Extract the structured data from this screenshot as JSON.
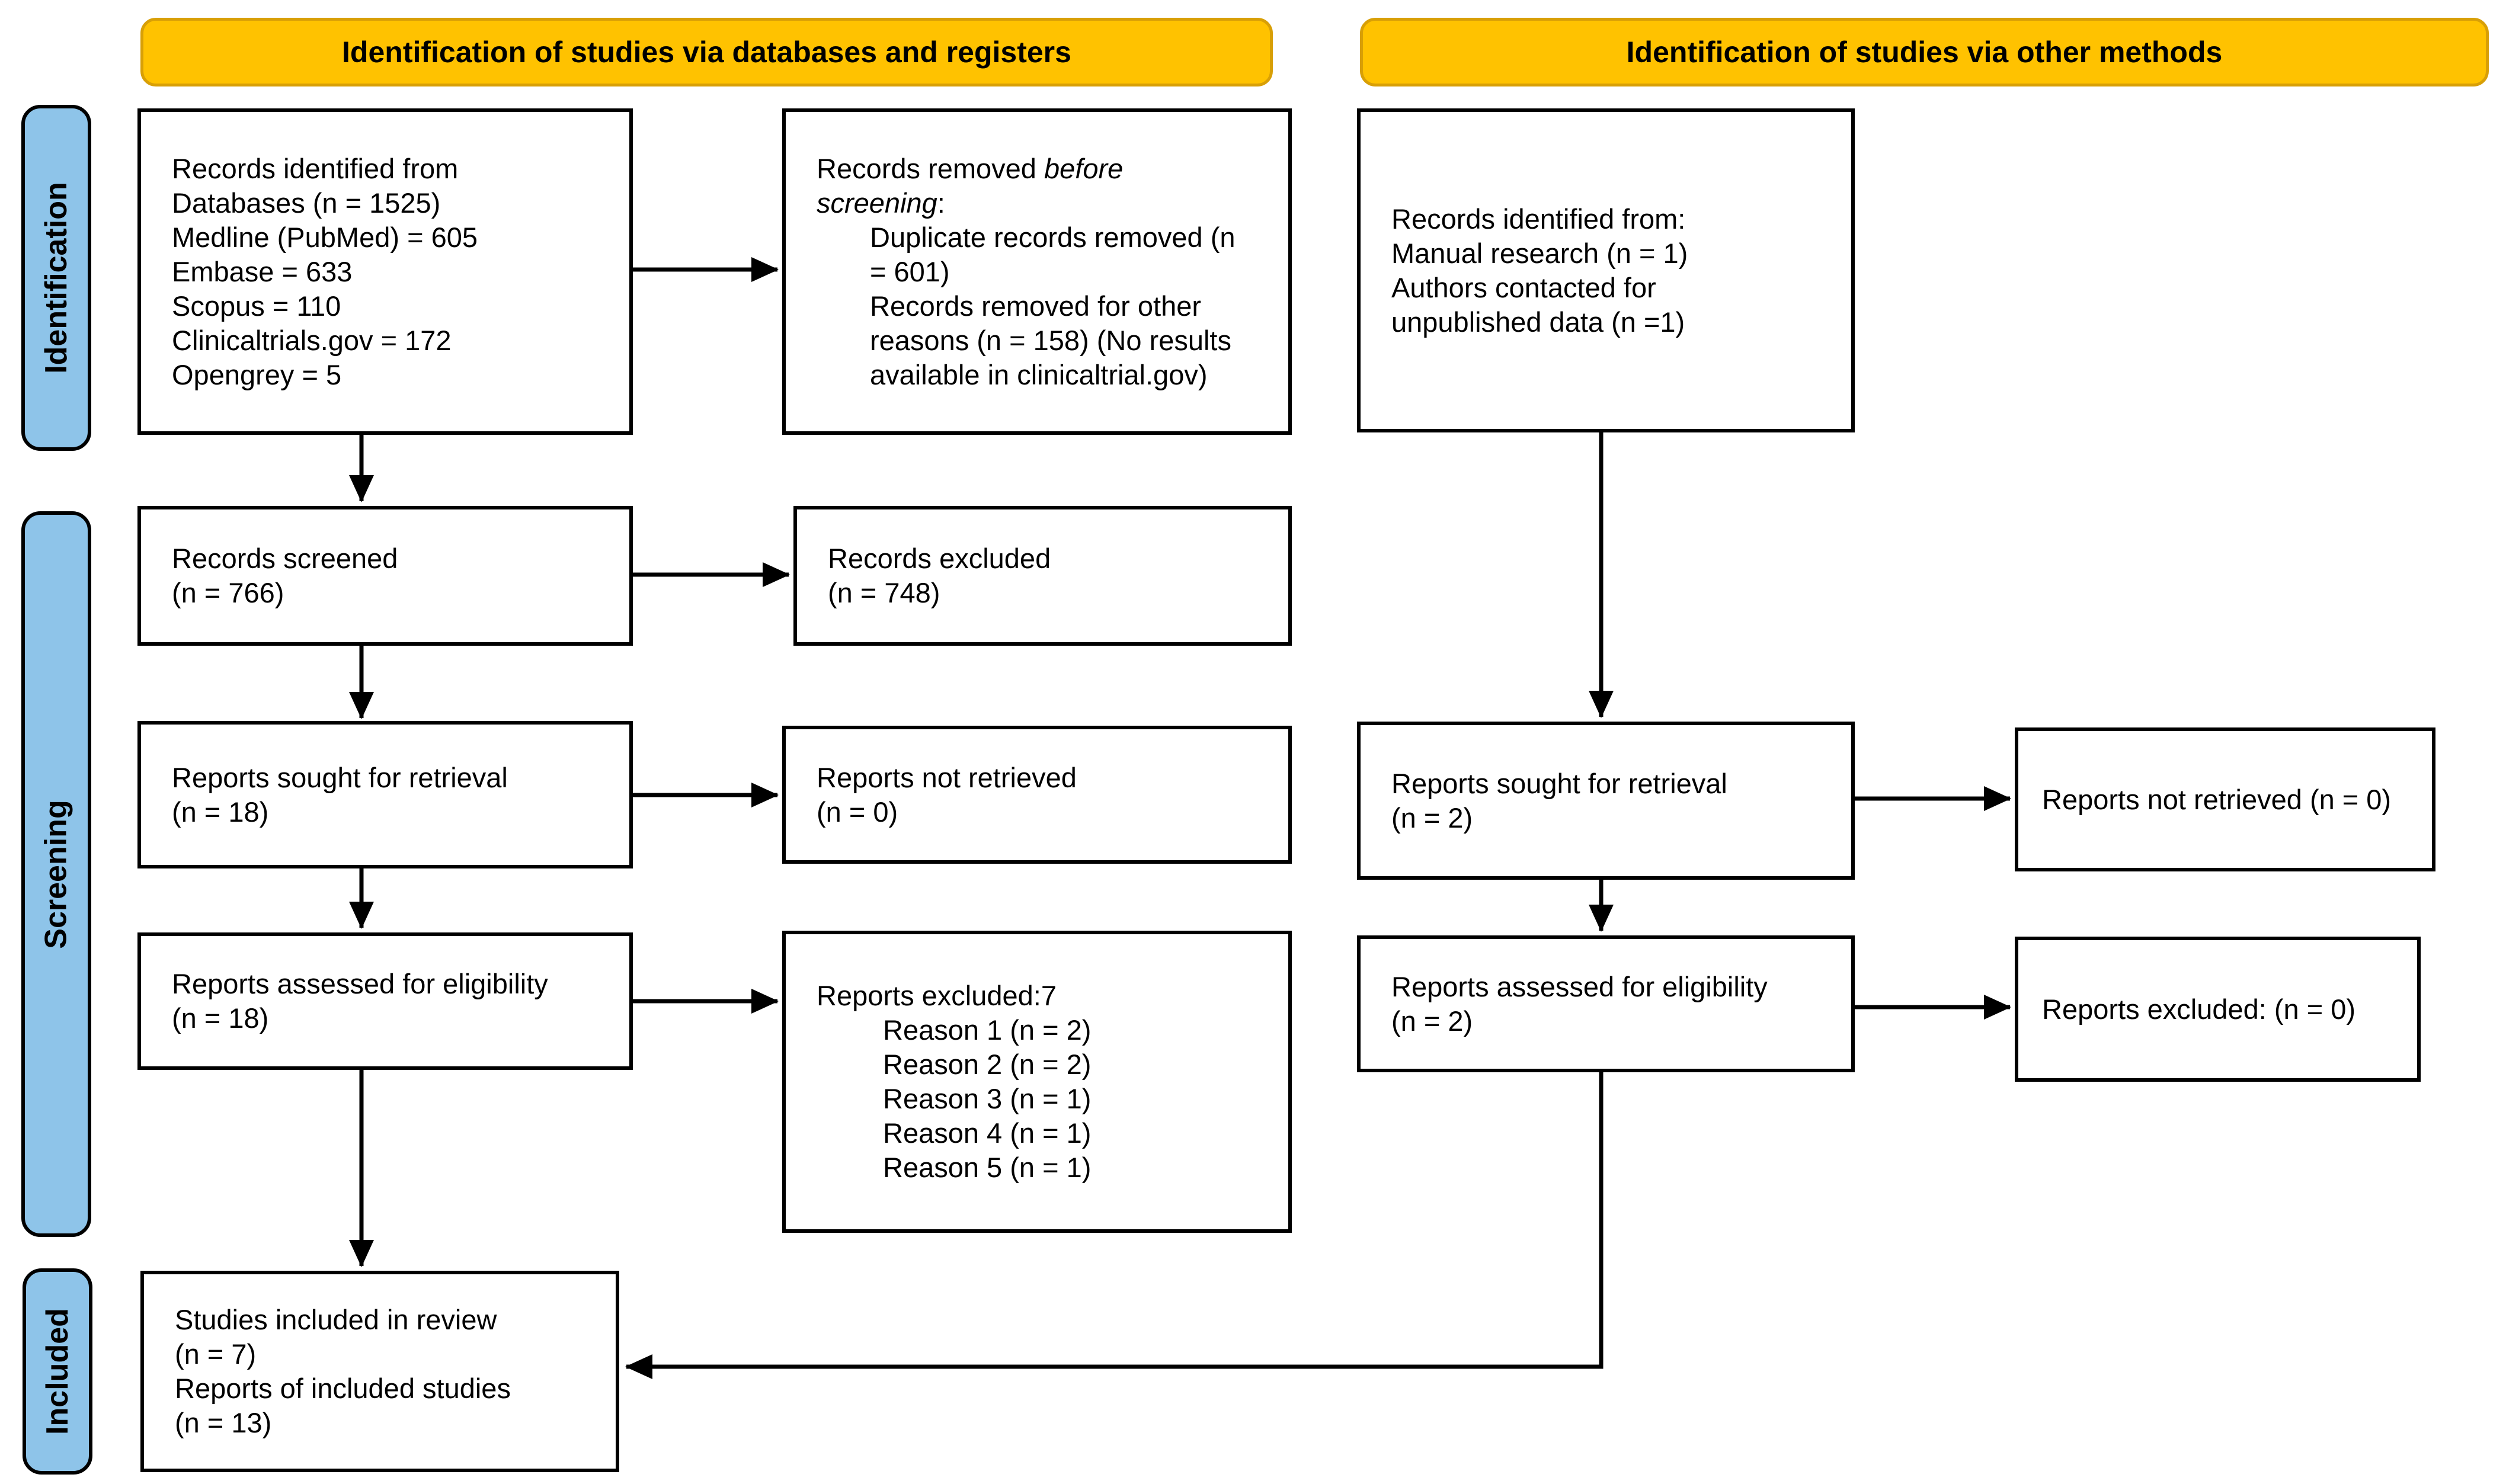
{
  "headers": {
    "left": "Identification of studies via databases and registers",
    "right": "Identification of studies via other methods"
  },
  "sidebar": {
    "identification": "Identification",
    "screening": "Screening",
    "included": "Included"
  },
  "boxes": {
    "db_identified": {
      "lines": [
        "Records identified from",
        "Databases (n = 1525)",
        "Medline (PubMed) = 605",
        "Embase = 633",
        "Scopus = 110",
        "Clinicaltrials.gov = 172",
        "Opengrey = 5"
      ]
    },
    "records_removed": {
      "l1_plain": "Records removed ",
      "l1_italic": "before",
      "l2_italic": "screening",
      "l2_plain": ":",
      "items": [
        "Duplicate records removed (n = 601)",
        "Records removed for other reasons (n = 158) (No results available in clinicaltrial.gov)"
      ]
    },
    "other_identified": {
      "lines": [
        "Records identified from:",
        "Manual research (n = 1)",
        "Authors contacted for",
        "unpublished data (n =1)"
      ]
    },
    "records_screened": {
      "lines": [
        "Records screened",
        "(n = 766)"
      ]
    },
    "records_excluded": {
      "lines": [
        "Records excluded",
        "(n = 748)"
      ]
    },
    "reports_sought": {
      "lines": [
        "Reports sought for retrieval",
        "(n = 18)"
      ]
    },
    "reports_not_retrieved": {
      "lines": [
        "Reports not retrieved",
        "(n = 0)"
      ]
    },
    "reports_assessed": {
      "lines": [
        "Reports assessed for eligibility",
        "(n = 18)"
      ]
    },
    "reports_excluded_reasons": {
      "title": "Reports excluded:7",
      "items": [
        "Reason 1 (n = 2)",
        "Reason 2 (n = 2)",
        "Reason 3 (n = 1)",
        "Reason 4 (n = 1)",
        "Reason 5 (n = 1)"
      ]
    },
    "included_studies": {
      "lines": [
        "Studies included in review",
        "(n = 7)",
        "Reports of included studies",
        "(n = 13)"
      ]
    },
    "other_reports_sought": {
      "lines": [
        "Reports sought for retrieval",
        "(n = 2)"
      ]
    },
    "other_reports_not_retrieved": {
      "line": "Reports not retrieved (n = 0)"
    },
    "other_reports_assessed": {
      "lines": [
        "Reports assessed for eligibility",
        "(n = 2)"
      ]
    },
    "other_reports_excluded": {
      "line": "Reports excluded: (n = 0)"
    }
  },
  "colors": {
    "header_fill": "#FFC200",
    "header_border": "#D89F06",
    "sidebar_fill": "#8EC4E9",
    "box_border": "#000000",
    "arrow": "#000000"
  }
}
